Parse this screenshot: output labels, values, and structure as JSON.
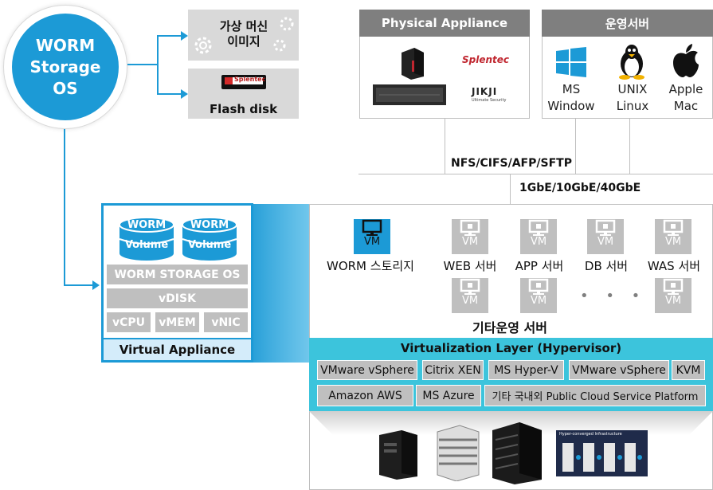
{
  "worm": {
    "line1": "WORM",
    "line2": "Storage",
    "line3": "OS"
  },
  "vm_image": {
    "line1": "가상 머신",
    "line2": "이미지"
  },
  "flash": {
    "label": "Flash disk",
    "brand": "Splentec"
  },
  "physical": {
    "title": "Physical Appliance",
    "brand1": "Splentec",
    "brand2": "JIKJI",
    "brand2_sub": "Ultimate Security"
  },
  "ops": {
    "title": "운영서버",
    "items": [
      {
        "line1": "MS",
        "line2": "Window"
      },
      {
        "line1": "UNIX",
        "line2": "Linux"
      },
      {
        "line1": "Apple",
        "line2": "Mac"
      }
    ]
  },
  "protocols": {
    "nfs": "NFS/CIFS/AFP/SFTP",
    "speed": "1GbE/10GbE/40GbE"
  },
  "appliance": {
    "volume_top": "WORM",
    "volume_bottom": "Volume",
    "os_bar": "WORM STORAGE OS",
    "vdisk": "vDISK",
    "vcpu": "vCPU",
    "vmem": "vMEM",
    "vnic": "vNIC",
    "label": "Virtual Appliance"
  },
  "vm": {
    "tag": "VM",
    "worm_label": "WORM 스토리지",
    "servers": [
      "WEB 서버",
      "APP 서버",
      "DB 서버",
      "WAS 서버"
    ],
    "dots": "• • • •",
    "other_label": "기타운영 서버"
  },
  "virtualization": {
    "title": "Virtualization Layer (Hypervisor)",
    "row1": [
      "VMware vSphere",
      "Citrix XEN",
      "MS Hyper-V",
      "VMware vSphere",
      "KVM"
    ],
    "row2": [
      "Amazon AWS",
      "MS Azure",
      "기타 국내외 Public Cloud Service Platform"
    ]
  },
  "hci_label": "Hyper-converged Infrastructure",
  "colors": {
    "accent": "#1c9ad6",
    "cyan": "#3cc4dc",
    "grey": "#bfbfbf",
    "header_grey": "#7f7f7f"
  }
}
